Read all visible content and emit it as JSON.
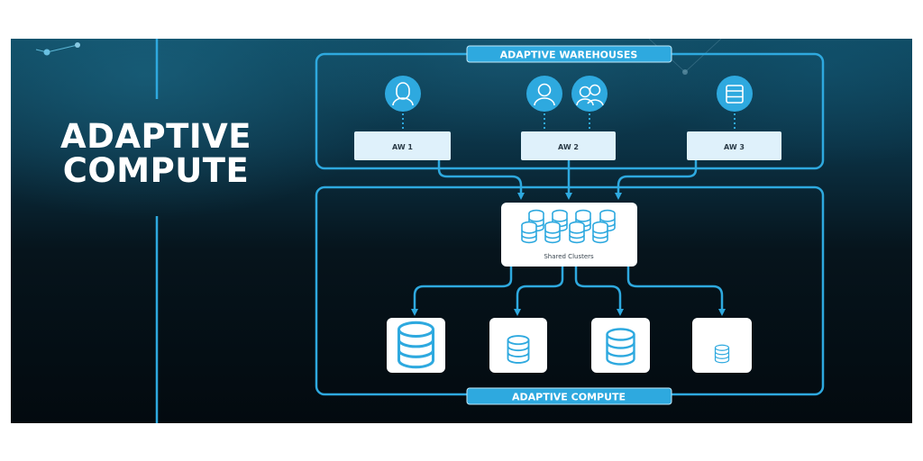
{
  "title": {
    "line1": "ADAPTIVE",
    "line2": "COMPUTE"
  },
  "colors": {
    "accent": "#2ea9df",
    "box_light": "#dff1fb",
    "box_white": "#ffffff",
    "text_dark": "#2b3b47",
    "icon_blue": "#2ea9df"
  },
  "warehouses": {
    "label": "ADAPTIVE WAREHOUSES",
    "items": [
      {
        "name": "AW 1",
        "icons": [
          "female-user-icon"
        ]
      },
      {
        "name": "AW 2",
        "icons": [
          "male-user-icon",
          "user-group-icon"
        ]
      },
      {
        "name": "AW 3",
        "icons": [
          "server-icon"
        ]
      }
    ]
  },
  "shared_clusters": {
    "label": "Shared Clusters",
    "icon": "database-cluster-icon",
    "count": 8
  },
  "compute": {
    "label": "ADAPTIVE COMPUTE",
    "nodes": [
      {
        "icon": "database-icon",
        "size": "large"
      },
      {
        "icon": "database-icon",
        "size": "medium"
      },
      {
        "icon": "database-icon",
        "size": "medium-large"
      },
      {
        "icon": "database-icon",
        "size": "small"
      }
    ]
  }
}
